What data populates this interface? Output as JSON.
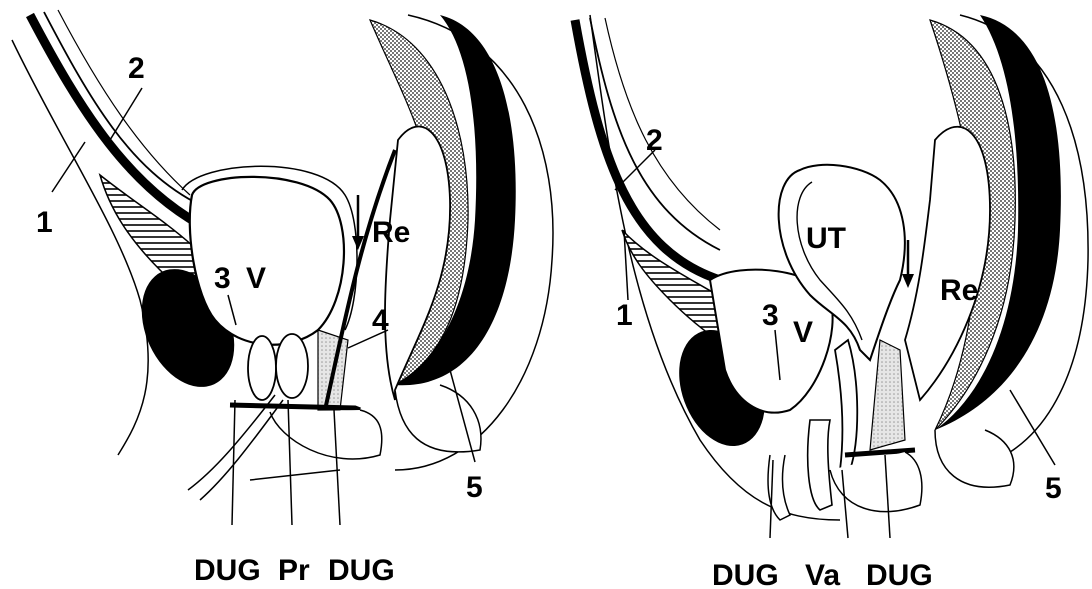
{
  "left_panel": {
    "labels": {
      "n1": "1",
      "n2": "2",
      "n3": "3",
      "n4": "4",
      "n5": "5",
      "v": "V",
      "re": "Re",
      "dug_left": "DUG",
      "pr": "Pr",
      "dug_right": "DUG"
    }
  },
  "right_panel": {
    "labels": {
      "n1": "1",
      "n2": "2",
      "n3": "3",
      "n5": "5",
      "v": "V",
      "ut": "UT",
      "re": "Re",
      "dug_left": "DUG",
      "va": "Va",
      "dug_right": "DUG"
    }
  },
  "colors": {
    "ink": "#000000",
    "paper": "#ffffff",
    "hatch": "#9a9a9a",
    "fascia": "#cccccc"
  }
}
